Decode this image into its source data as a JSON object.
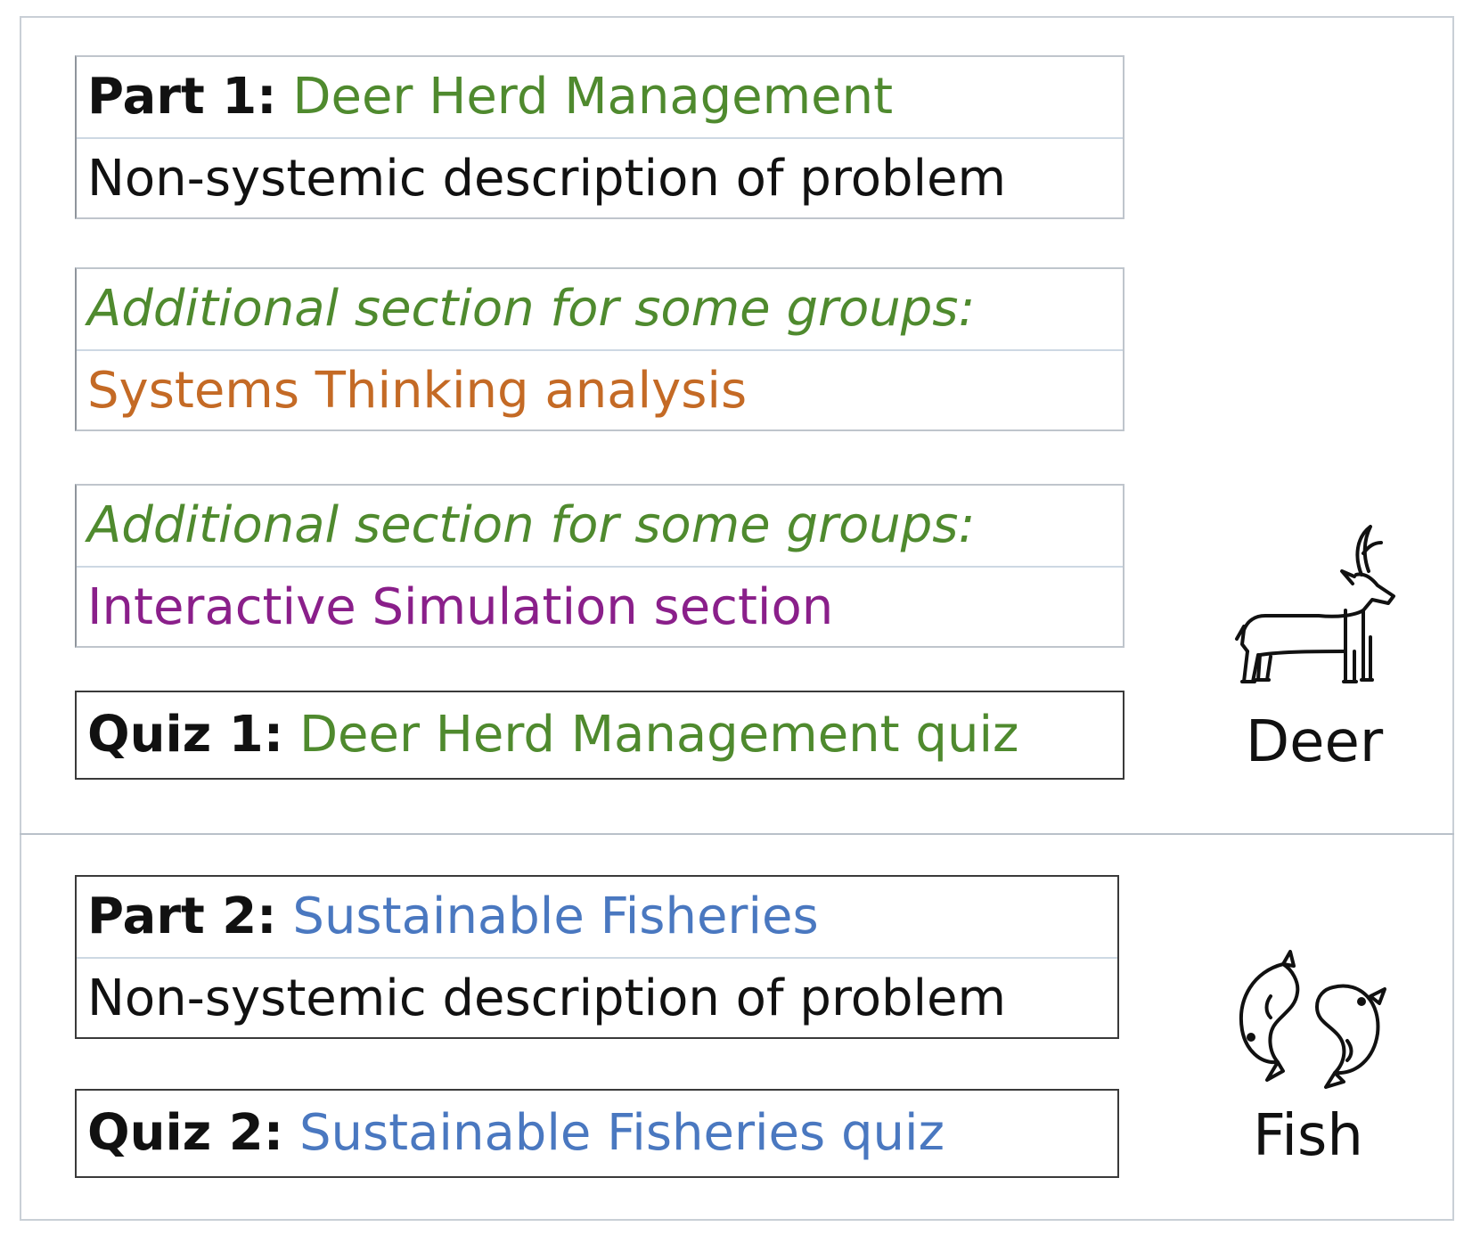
{
  "part1": {
    "label": "Part 1:",
    "title": "Deer Herd Management",
    "description": "Non-systemic description of problem"
  },
  "section_systems": {
    "header": "Additional section for some groups:",
    "title": "Systems Thinking analysis"
  },
  "section_simulation": {
    "header": "Additional section for some groups:",
    "title": "Interactive Simulation section"
  },
  "quiz1": {
    "label": "Quiz 1:",
    "title": "Deer Herd Management quiz"
  },
  "part2": {
    "label": "Part 2:",
    "title": "Sustainable Fisheries",
    "description": "Non-systemic description of problem"
  },
  "quiz2": {
    "label": "Quiz 2:",
    "title": "Sustainable Fisheries quiz"
  },
  "icons": {
    "deer_icon": "deer-icon",
    "deer_label": "Deer",
    "fish_icon": "fish-icon",
    "fish_label": "Fish"
  },
  "colors": {
    "deer_topic": "#4f8a2e",
    "systems": "#c46a25",
    "simulation": "#8a1f8a",
    "fish_topic": "#4a78c0"
  }
}
